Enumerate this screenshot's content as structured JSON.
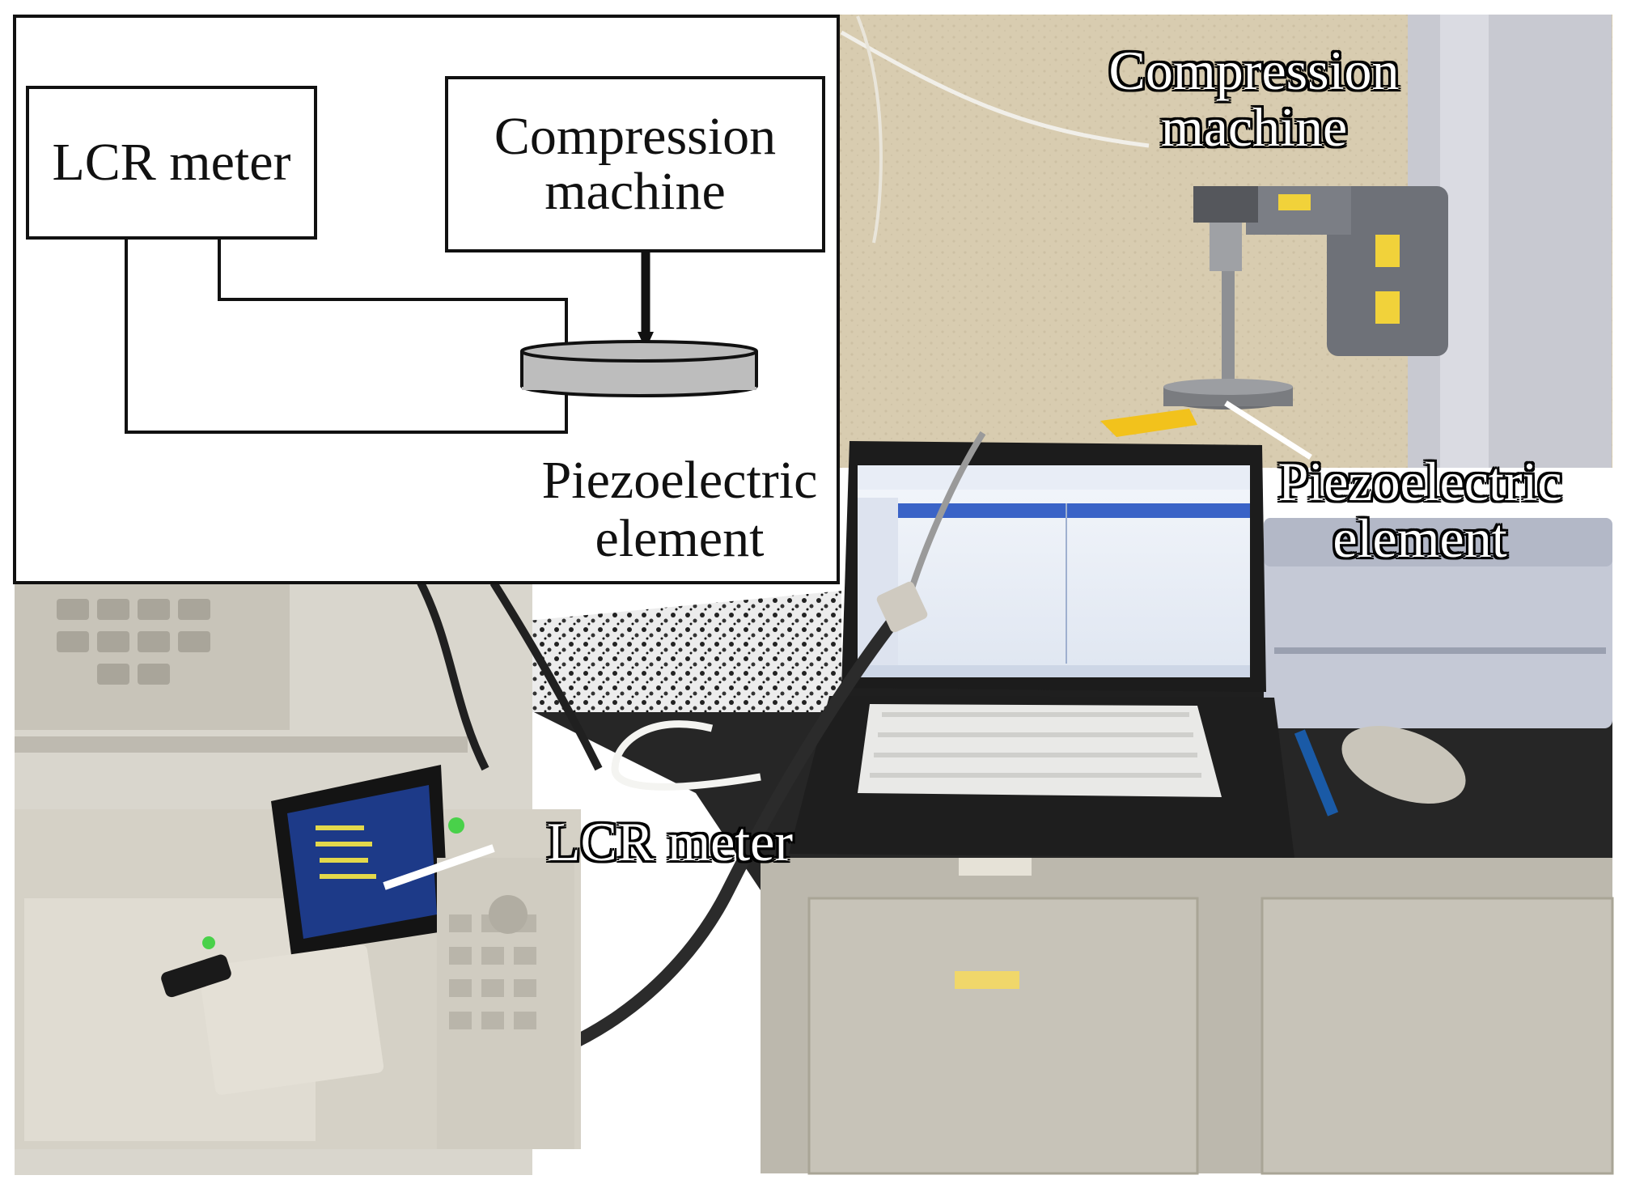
{
  "figure": {
    "photo_labels": {
      "compression_machine": [
        "Compression",
        "machine"
      ],
      "piezoelectric_element": [
        "Piezoelectric",
        "element"
      ],
      "lcr_meter": "LCR meter"
    },
    "schematic": {
      "lcr_meter_box": "LCR meter",
      "compression_machine_box": [
        "Compression",
        "machine"
      ],
      "piezoelectric_element_label": [
        "Piezoelectric",
        "element"
      ]
    }
  },
  "colors": {
    "wall": "#d9cdb2",
    "bench": "#2a2a2a",
    "cabinet": "#bfbcb2",
    "machine_column": "#c9c9cf",
    "laptop_screen": "#e9eef6",
    "screen_accent": "#3a63c7",
    "instrument": "#d7d3c8",
    "piezo_fill": "#bdbdbd"
  }
}
